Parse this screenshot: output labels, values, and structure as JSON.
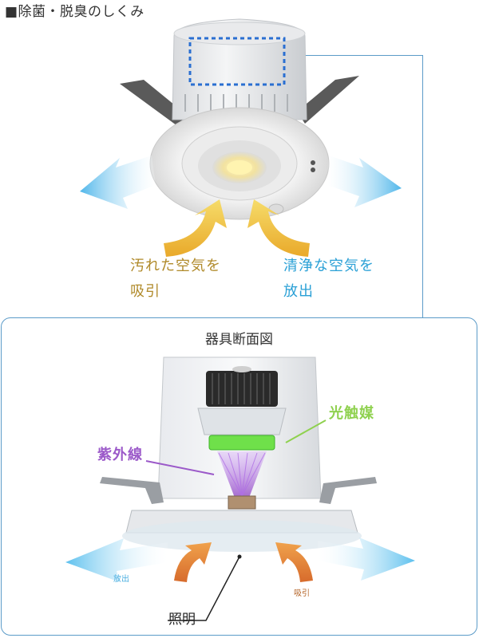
{
  "header": {
    "title": "■除菌・脱臭のしくみ"
  },
  "top_diagram": {
    "dirty_air": {
      "line1": "汚れた空気を",
      "line2": "吸引"
    },
    "clean_air": {
      "line1": "清浄な空気を",
      "line2": "放出"
    }
  },
  "cross_section": {
    "title": "器具断面図",
    "photocatalyst_label": "光触媒",
    "uv_label": "紫外線",
    "outflow_label": "放出",
    "intake_label": "吸引",
    "light_label": "照明"
  },
  "colors": {
    "border": "#5b9bc8",
    "dirty_text": "#b08a2a",
    "clean_text": "#2aa0d6",
    "photocatalyst": "#8fd14f",
    "uv": "#9b59c9",
    "intake_arrow": "#e9b83a",
    "outflow_arrow": "#5cc0ee"
  }
}
